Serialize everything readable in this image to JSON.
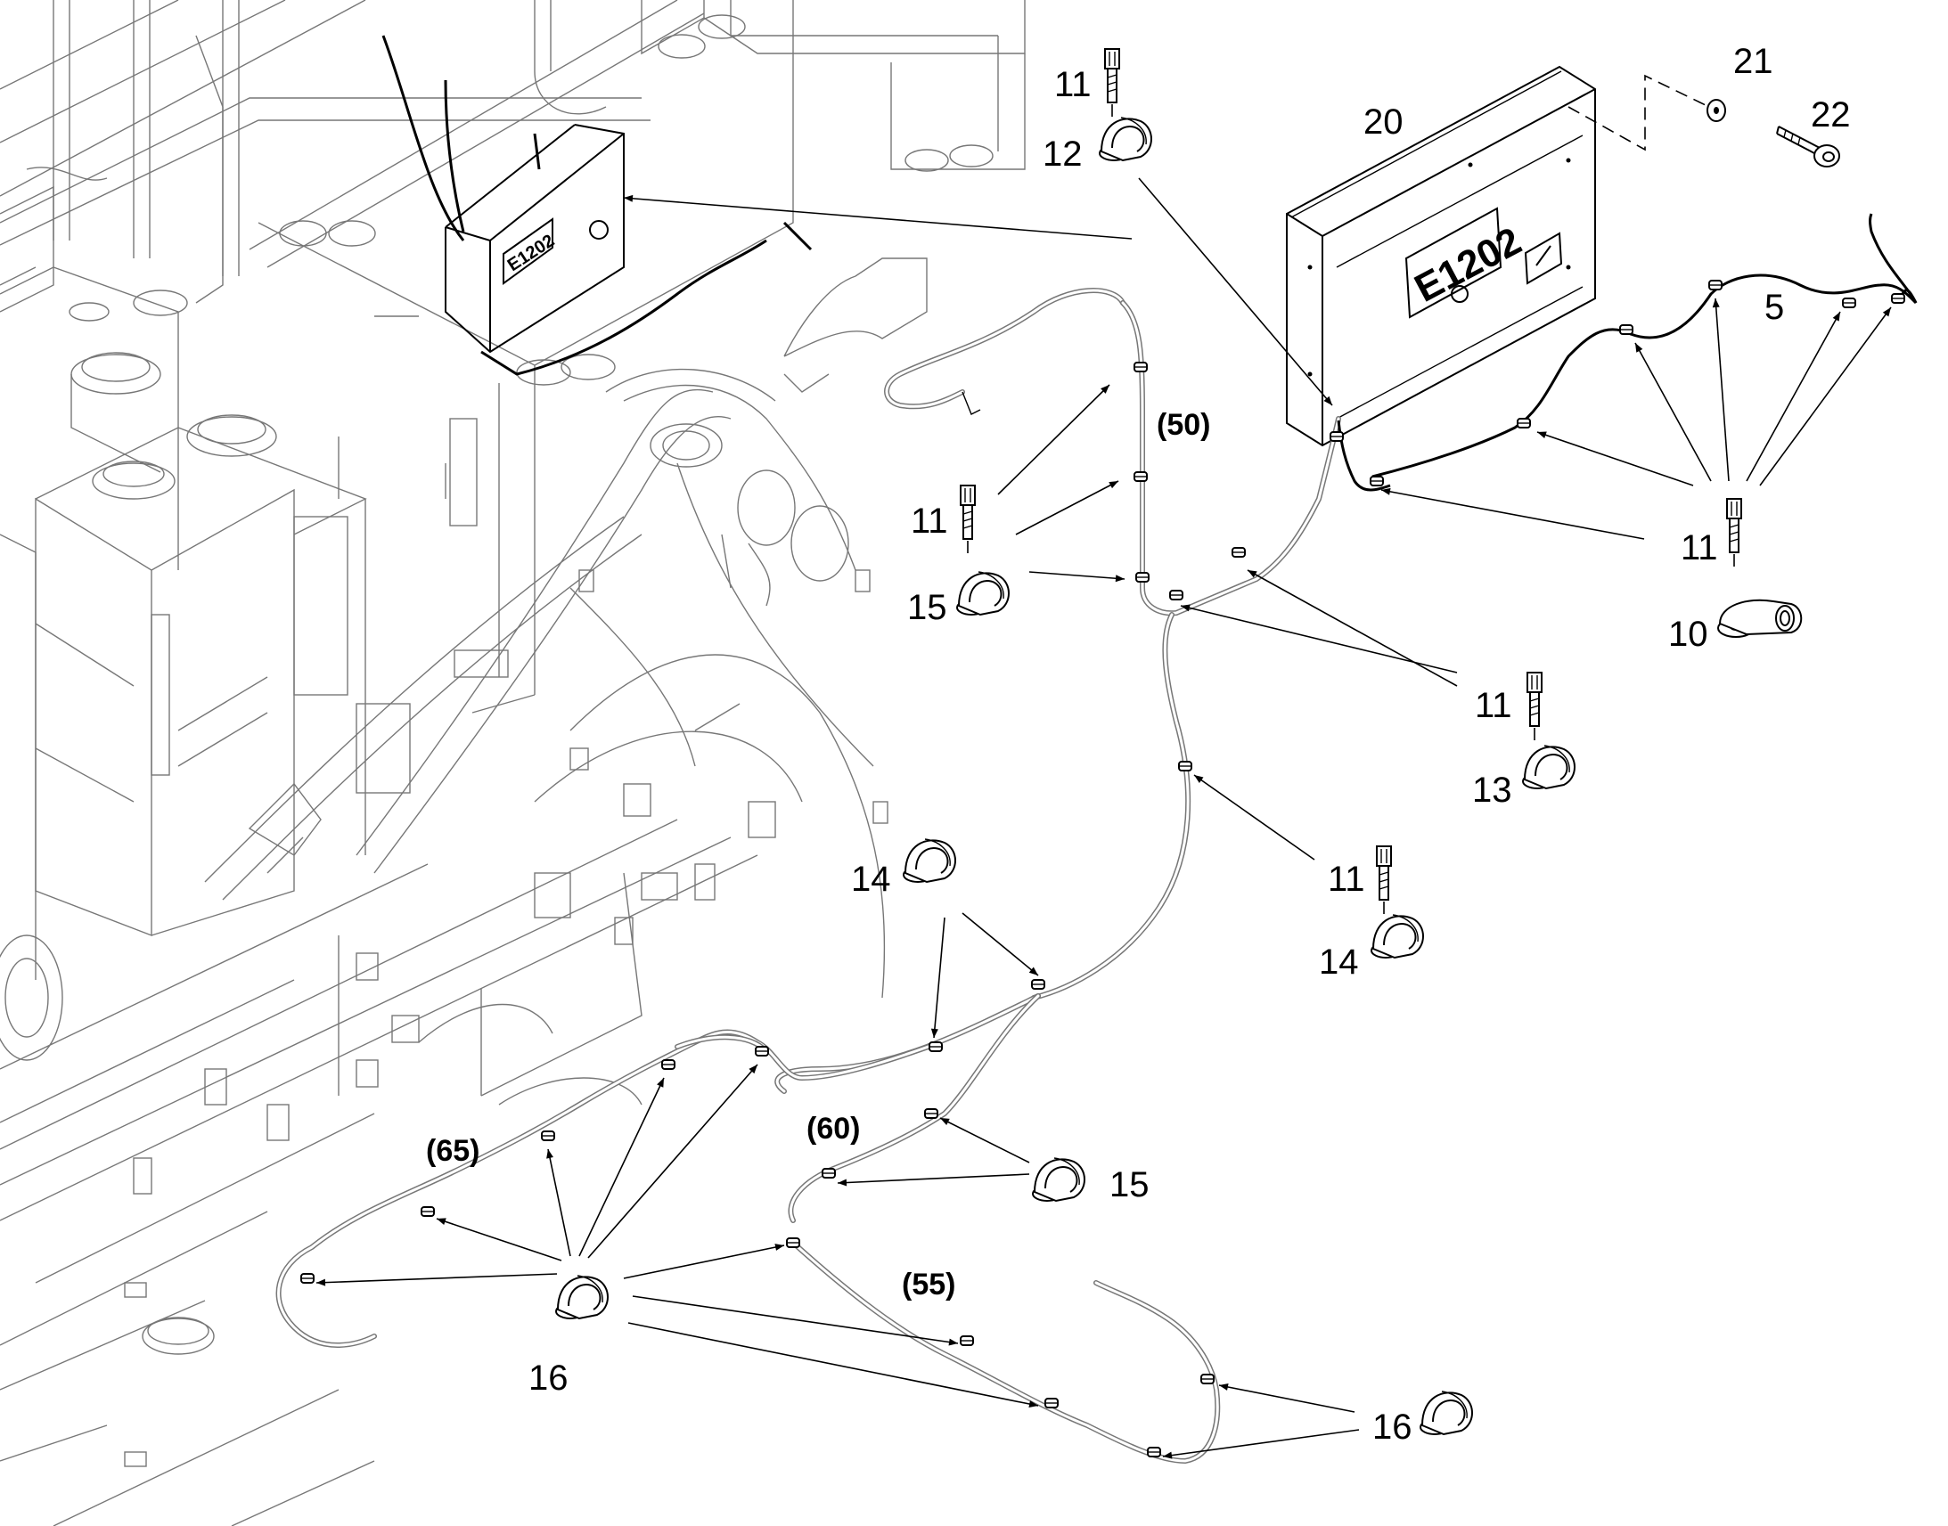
{
  "enclosure": {
    "label": "E1202"
  },
  "callouts": [
    {
      "id": "c-11-a",
      "text": "11"
    },
    {
      "id": "c-12",
      "text": "12"
    },
    {
      "id": "c-20",
      "text": "20"
    },
    {
      "id": "c-21",
      "text": "21"
    },
    {
      "id": "c-22",
      "text": "22"
    },
    {
      "id": "c-5",
      "text": "5"
    },
    {
      "id": "c-11-b",
      "text": "11"
    },
    {
      "id": "c-15-a",
      "text": "15"
    },
    {
      "id": "c-11-c",
      "text": "11"
    },
    {
      "id": "c-10",
      "text": "10"
    },
    {
      "id": "c-11-d",
      "text": "11"
    },
    {
      "id": "c-13",
      "text": "13"
    },
    {
      "id": "c-14-a",
      "text": "14"
    },
    {
      "id": "c-11-e",
      "text": "11"
    },
    {
      "id": "c-14-b",
      "text": "14"
    },
    {
      "id": "c-15-b",
      "text": "15"
    },
    {
      "id": "c-16-a",
      "text": "16"
    },
    {
      "id": "c-16-b",
      "text": "16"
    }
  ],
  "harness_groups": [
    {
      "id": "g-50",
      "text": "(50)"
    },
    {
      "id": "g-65",
      "text": "(65)"
    },
    {
      "id": "g-60",
      "text": "(60)"
    },
    {
      "id": "g-55",
      "text": "(55)"
    }
  ]
}
